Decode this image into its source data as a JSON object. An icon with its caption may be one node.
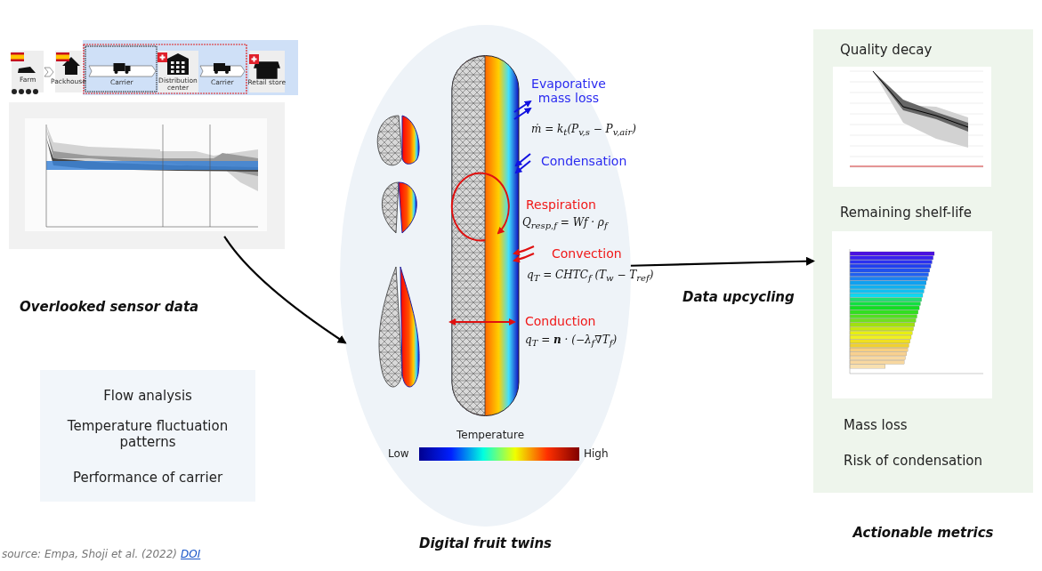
{
  "diagram": {
    "nodes": [
      {
        "text": [],
        "shape": "picture"
      },
      {
        "text": [
          "Flow analysis",
          "Temperature fluctuation patterns",
          "Performance of carrier"
        ]
      },
      {
        "text": [],
        "shape": "ellipse",
        "beside": [
          "Digital fruit twins"
        ]
      },
      {
        "text": [
          "Quality decay",
          "Remaining shelf-life",
          "Mass loss",
          "Risk of condensation"
        ],
        "beside": [
          "Actionable metrics"
        ]
      }
    ],
    "edges": [
      {
        "from": 0,
        "to": 2,
        "arrow": "to",
        "label": "Overlooked sensor data"
      },
      {
        "from": 2,
        "to": 3,
        "arrow": "to",
        "label": "Data upcycling"
      }
    ],
    "labels": [
      "Farm",
      "Packhouse",
      "Carrier",
      "Distribution center",
      "Carrier",
      "Retail store",
      "Evaporative mass loss",
      "ṁ = k$_{t}$(P$_{v,s}$ − P$_{v,air}$)",
      "Condensation",
      "Respiration",
      "Q$_{resp,f}$ = Wf · ρ$_{f}$",
      "Convection",
      "q$_{T}$ = CHTC$_{f}$ (T$_{w}$ − T$_{ref}$)",
      "Conduction",
      "q$_{T}$ = **n** · (−λ$_{f}$∇T$_{f}$)",
      "Temperature",
      "Low",
      "High",
      "source: Empa, Shoji et al. (2022)",
      "DOI"
    ]
  }
}
